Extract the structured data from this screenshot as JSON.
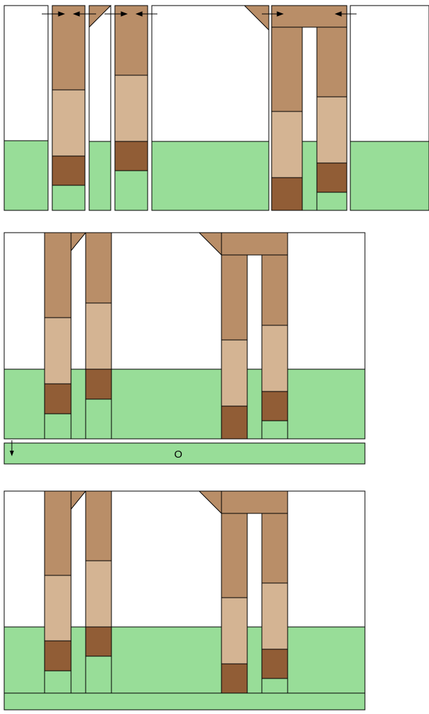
{
  "colors": {
    "ground": "#98DD98",
    "upper_segment": "#B98E68",
    "middle_segment": "#D4B493",
    "lower_segment": "#915D36",
    "background": "#FFFFFF",
    "outline": "#000000"
  },
  "panels": [
    {
      "name": "stage-1-separated",
      "has_inner_gaps": true,
      "has_arrows": true
    },
    {
      "name": "stage-2-joined",
      "has_inner_gaps": false,
      "has_arrows": false,
      "has_bottom_layer": true
    },
    {
      "name": "stage-3-attached",
      "has_inner_gaps": false,
      "has_arrows": false,
      "has_bottom_layer": true
    }
  ],
  "bottom_layer_label": "O",
  "icons": {
    "push_arrow": "double-arrow-icon",
    "down_arrow": "down-arrow-icon"
  }
}
